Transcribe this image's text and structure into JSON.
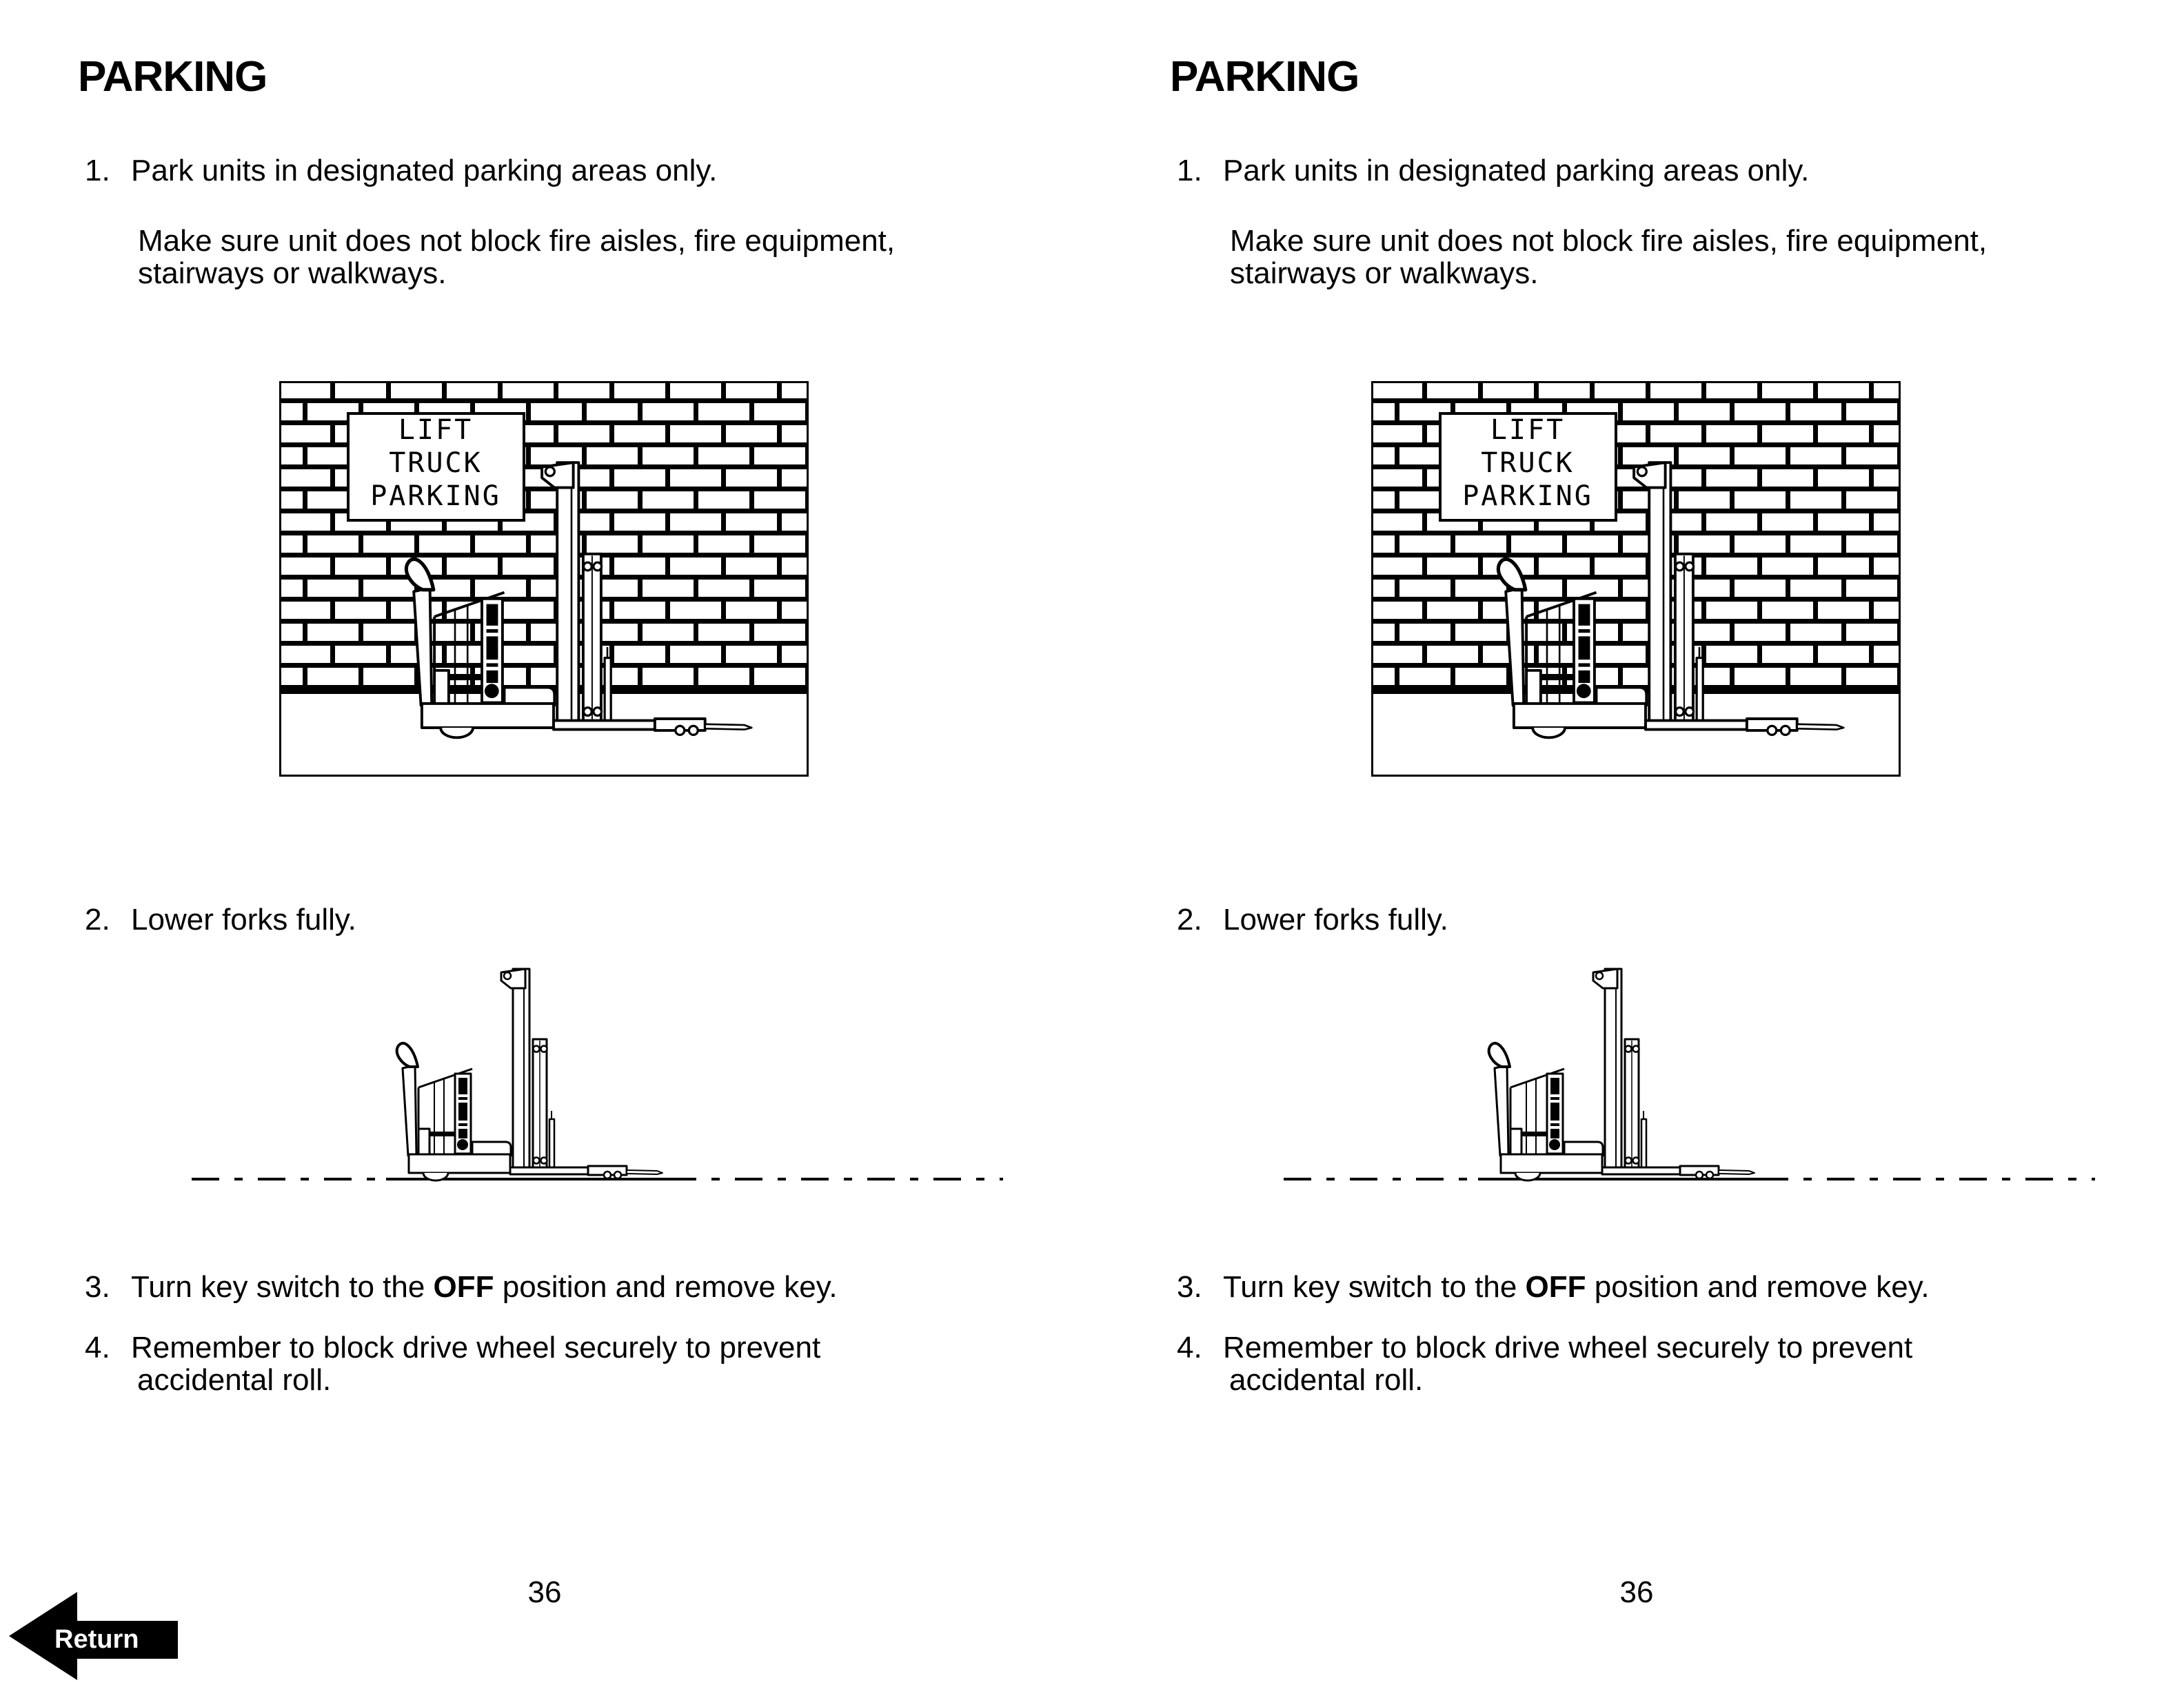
{
  "column": {
    "heading": "PARKING",
    "steps": {
      "s1_num": "1.",
      "s1_text": "Park units in designated parking areas only.",
      "s1_note1": "Make sure unit does not block fire aisles, fire equipment,",
      "s1_note2": "stairways or walkways.",
      "s2_num": "2.",
      "s2_text": "Lower forks fully.",
      "s3_num": "3.",
      "s3_pre": "Turn key switch to the ",
      "s3_bold": "OFF",
      "s3_post": " position and remove key.",
      "s4_num": "4.",
      "s4_line1": "Remember to block drive wheel securely to prevent",
      "s4_line2": "accidental roll."
    },
    "figure1_sign": {
      "line1": "LIFT",
      "line2": "TRUCK",
      "line3": "PARKING"
    },
    "page_number": "36"
  },
  "footer": {
    "return_label": "Return"
  },
  "colors": {
    "ink": "#000000",
    "paper": "#ffffff"
  }
}
